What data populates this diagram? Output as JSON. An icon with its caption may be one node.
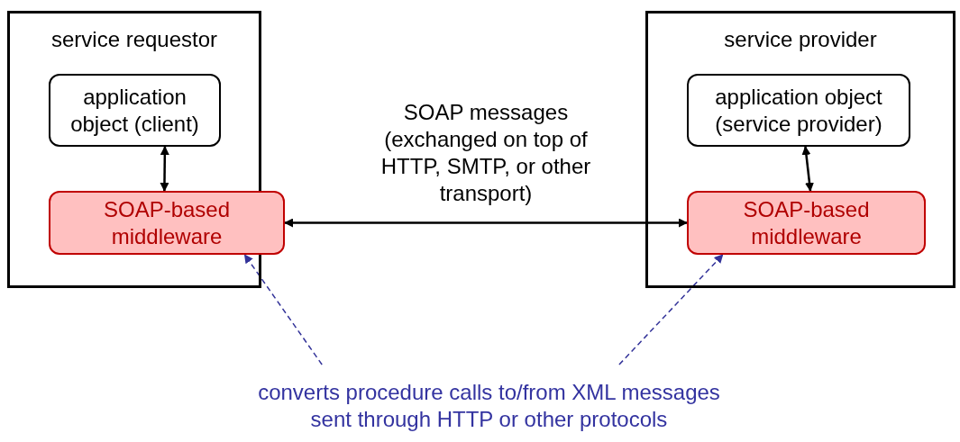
{
  "diagram": {
    "nodes": [
      {
        "text": [
          "service requestor"
        ]
      },
      {
        "text": [
          "application object (client)"
        ],
        "in": 0
      },
      {
        "text": [
          "SOAP-based middleware"
        ],
        "in": 0
      },
      {
        "text": [
          "service provider"
        ]
      },
      {
        "text": [
          "application object (service provider)"
        ],
        "in": 3
      },
      {
        "text": [
          "SOAP-based middleware"
        ],
        "in": 3
      },
      {
        "text": [
          "converts procedure calls to/from XML messages sent through HTTP or other protocols"
        ]
      }
    ],
    "edges": [
      {
        "from": 1,
        "to": 2,
        "arrow": "both"
      },
      {
        "from": 4,
        "to": 5,
        "arrow": "both"
      },
      {
        "from": 2,
        "to": 5,
        "arrow": "both",
        "label": "SOAP messages (exchanged on top of HTTP, SMTP, or other transport)"
      },
      {
        "from": 6,
        "to": 2,
        "arrow": "to",
        "style": "dashed",
        "color": "#333399"
      },
      {
        "from": 6,
        "to": 5,
        "arrow": "to",
        "style": "dashed",
        "color": "#333399"
      }
    ]
  }
}
